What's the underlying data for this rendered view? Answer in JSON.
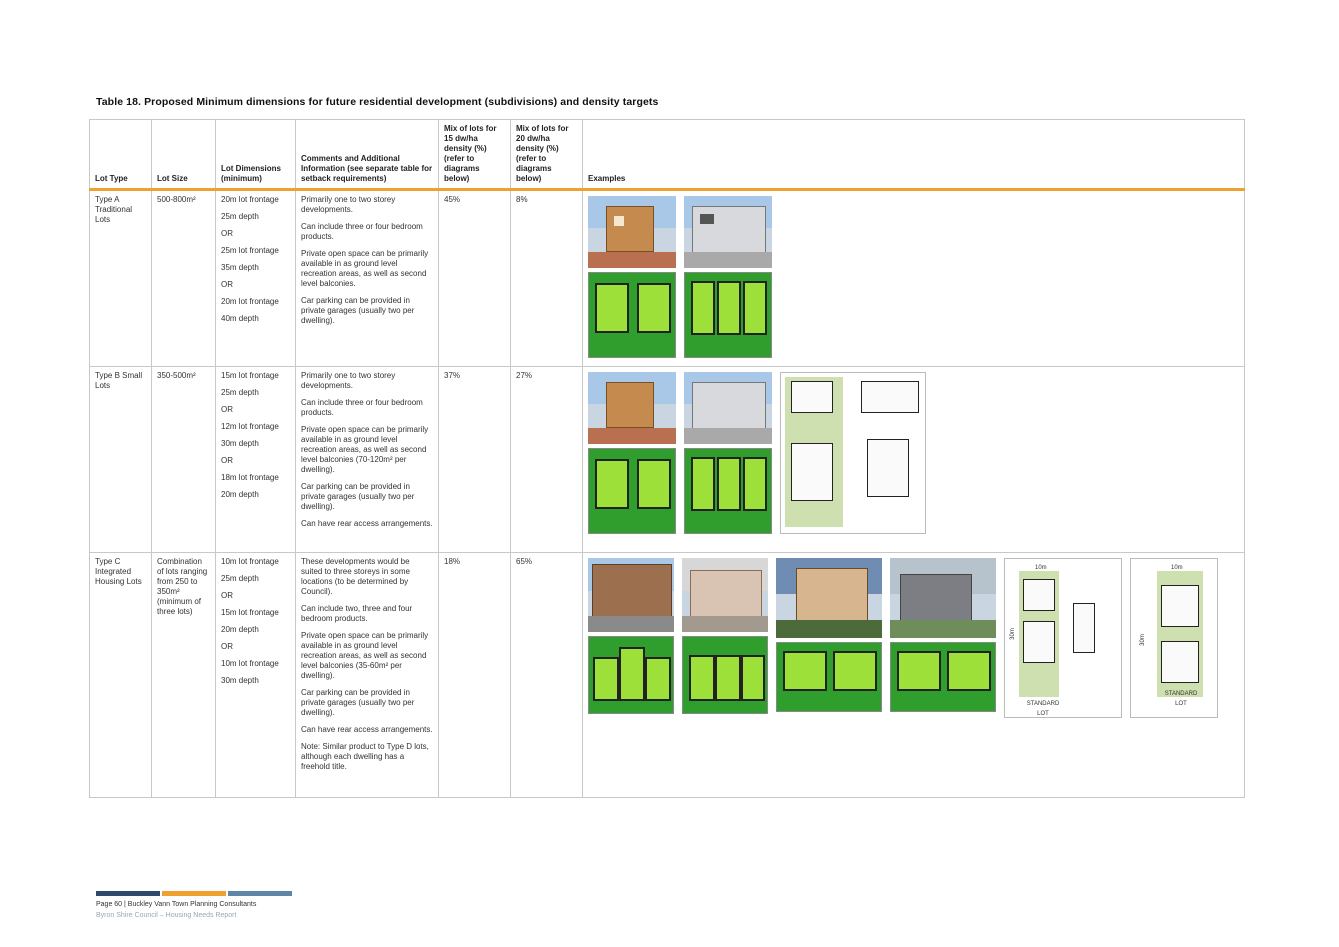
{
  "caption": "Table 18. Proposed Minimum dimensions for future residential development (subdivisions) and density targets",
  "headers": {
    "lot_type": "Lot Type",
    "lot_size": "Lot Size",
    "lot_dimensions": "Lot Dimensions (minimum)",
    "comments": "Comments and Additional Information (see separate table for setback requirements)",
    "mix15": "Mix of lots for 15 dw/ha density (%) (refer to diagrams below)",
    "mix20": "Mix of lots for 20 dw/ha density (%) (refer to diagrams below)",
    "examples": "Examples"
  },
  "rows": [
    {
      "lot_type": "Type A Traditional Lots",
      "lot_size": "500-800m²",
      "dimensions": [
        "20m lot frontage",
        "25m depth",
        "OR",
        "25m lot frontage",
        "35m depth",
        "OR",
        "20m lot frontage",
        "40m depth"
      ],
      "comments": [
        "Primarily one to two storey developments.",
        "Can include three or four bedroom products.",
        "Private open space can be primarily available in as ground level recreation areas, as well as second level balconies.",
        "Car parking can be provided in private garages (usually two per dwelling)."
      ],
      "mix15": "45%",
      "mix20": "8%"
    },
    {
      "lot_type": "Type B Small Lots",
      "lot_size": "350-500m²",
      "dimensions": [
        "15m lot frontage",
        "25m depth",
        "OR",
        "12m lot frontage",
        "30m depth",
        "OR",
        "18m lot frontage",
        "20m depth"
      ],
      "comments": [
        "Primarily one to two storey developments.",
        "Can include three or four bedroom products.",
        "Private open space can be primarily available in as ground level recreation areas, as well as second level balconies (70-120m² per dwelling).",
        "Car parking can be provided in private garages (usually two per dwelling).",
        "Can have rear access arrangements."
      ],
      "mix15": "37%",
      "mix20": "27%"
    },
    {
      "lot_type": "Type C Integrated Housing Lots",
      "lot_size": "Combination of lots ranging from 250 to 350m² (minimum of three lots)",
      "dimensions": [
        "10m lot frontage",
        "25m depth",
        "OR",
        "15m lot frontage",
        "20m depth",
        "OR",
        "10m lot frontage",
        "30m depth"
      ],
      "comments": [
        "These developments would be suited to three storeys in some locations (to be determined by Council).",
        "Can include two, three and four bedroom products.",
        "Private open space can be primarily available in as ground level recreation areas, as well as second level balconies (35-60m² per dwelling).",
        "Car parking can be provided in private garages (usually two per dwelling).",
        "Can have rear access arrangements.",
        "Note: Similar product to Type D lots, although each dwelling has a freehold title."
      ],
      "mix15": "18%",
      "mix20": "65%"
    }
  ],
  "plan_labels": {
    "width_10m": "10m",
    "depth_30m": "30m",
    "standard_lot": "STANDARD LOT"
  },
  "footer": {
    "page": "Page 60 | Buckley Vann Town Planning Consultants",
    "report": "Byron Shire Council – Housing Needs Report",
    "bar_colors": [
      "#2e4a6b",
      "#f0a030",
      "#5f86a6"
    ]
  }
}
